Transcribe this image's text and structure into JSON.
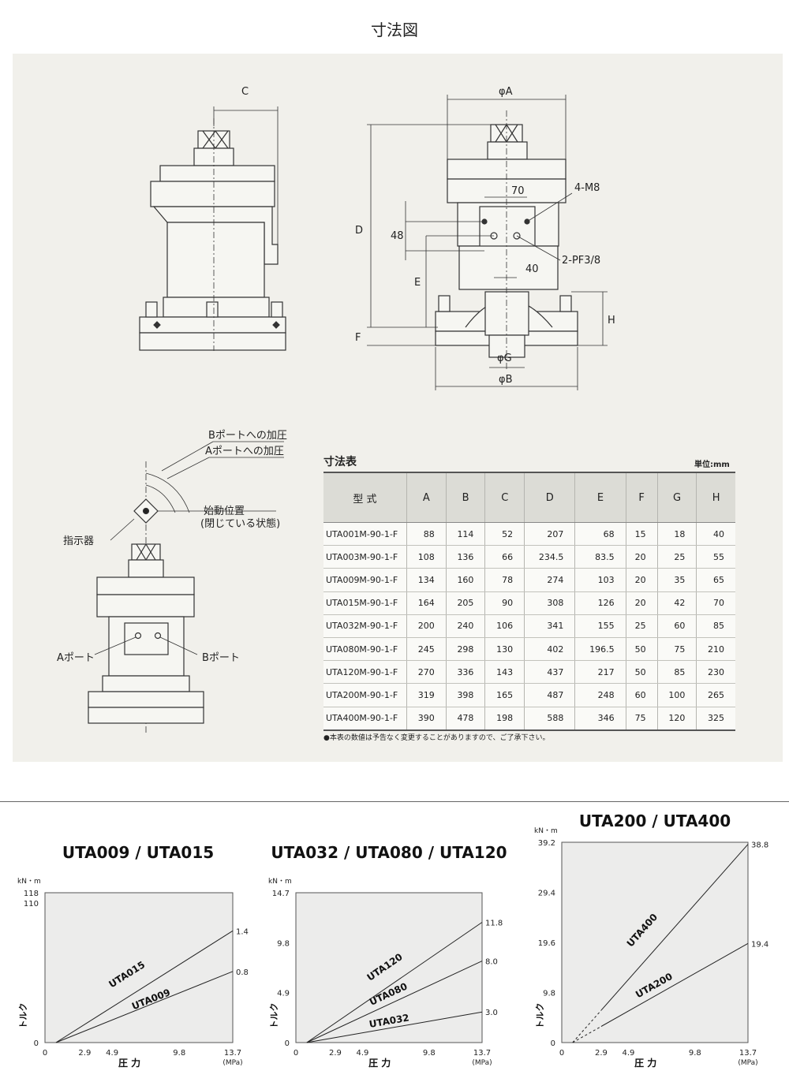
{
  "page_title": "寸法図",
  "drawing_labels": {
    "C": "C",
    "phiA": "φA",
    "D": "D",
    "n70": "70",
    "m8": "4-M8",
    "n48": "48",
    "pf": "2-PF3/8",
    "n40": "40",
    "E": "E",
    "H": "H",
    "F": "F",
    "phiG": "φG",
    "phiB": "φB",
    "b_press": "Bポートへの加圧",
    "a_press": "Aポートへの加圧",
    "start_pos": "始動位置",
    "closed": "(閉じている状態)",
    "indicator": "指示器",
    "a_port": "Aポート",
    "b_port": "Bポート"
  },
  "table": {
    "title": "寸法表",
    "unit": "単位:mm",
    "headers": [
      "型 式",
      "A",
      "B",
      "C",
      "D",
      "E",
      "F",
      "G",
      "H"
    ],
    "rows": [
      [
        "UTA001M-90-1-F",
        "88",
        "114",
        "52",
        "207",
        "68",
        "15",
        "18",
        "40"
      ],
      [
        "UTA003M-90-1-F",
        "108",
        "136",
        "66",
        "234.5",
        "83.5",
        "20",
        "25",
        "55"
      ],
      [
        "UTA009M-90-1-F",
        "134",
        "160",
        "78",
        "274",
        "103",
        "20",
        "35",
        "65"
      ],
      [
        "UTA015M-90-1-F",
        "164",
        "205",
        "90",
        "308",
        "126",
        "20",
        "42",
        "70"
      ],
      [
        "UTA032M-90-1-F",
        "200",
        "240",
        "106",
        "341",
        "155",
        "25",
        "60",
        "85"
      ],
      [
        "UTA080M-90-1-F",
        "245",
        "298",
        "130",
        "402",
        "196.5",
        "50",
        "75",
        "210"
      ],
      [
        "UTA120M-90-1-F",
        "270",
        "336",
        "143",
        "437",
        "217",
        "50",
        "85",
        "230"
      ],
      [
        "UTA200M-90-1-F",
        "319",
        "398",
        "165",
        "487",
        "248",
        "60",
        "100",
        "265"
      ],
      [
        "UTA400M-90-1-F",
        "390",
        "478",
        "198",
        "588",
        "346",
        "75",
        "120",
        "325"
      ]
    ],
    "note": "●本表の数値は予告なく変更することがありますので、ご了承下さい。"
  },
  "chart_data": [
    {
      "type": "line",
      "title": "UTA009 / UTA015",
      "unit_label": "kN・m",
      "ylabel": "トルク",
      "xlabel": "圧 力",
      "x_unit": "(MPa)",
      "x_ticks": [
        "0",
        "2.9",
        "4.9",
        "9.8",
        "13.7"
      ],
      "x_tick_values": [
        0,
        2.9,
        4.9,
        9.8,
        13.7
      ],
      "y_ticks": [
        "0",
        "110",
        "118"
      ],
      "y_tick_values": [
        0,
        110,
        118
      ],
      "x_range": [
        0,
        13.7
      ],
      "y_range": [
        0,
        118
      ],
      "series": [
        {
          "name": "UTA015",
          "points": [
            [
              0.8,
              0
            ],
            [
              13.7,
              88
            ]
          ],
          "end_label": "1.4"
        },
        {
          "name": "UTA009",
          "points": [
            [
              0.8,
              0
            ],
            [
              13.7,
              56
            ]
          ],
          "end_label": "0.8"
        }
      ]
    },
    {
      "type": "line",
      "title": "UTA032 / UTA080 / UTA120",
      "unit_label": "kN・m",
      "ylabel": "トルク",
      "xlabel": "圧 力",
      "x_unit": "(MPa)",
      "x_ticks": [
        "0",
        "2.9",
        "4.9",
        "9.8",
        "13.7"
      ],
      "x_tick_values": [
        0,
        2.9,
        4.9,
        9.8,
        13.7
      ],
      "y_ticks": [
        "0",
        "4.9",
        "9.8",
        "14.7"
      ],
      "y_tick_values": [
        0,
        4.9,
        9.8,
        14.7
      ],
      "x_range": [
        0,
        13.7
      ],
      "y_range": [
        0,
        14.7
      ],
      "series": [
        {
          "name": "UTA120",
          "points": [
            [
              0.8,
              0
            ],
            [
              13.7,
              11.8
            ]
          ],
          "end_label": "11.8"
        },
        {
          "name": "UTA080",
          "points": [
            [
              0.8,
              0
            ],
            [
              13.7,
              8.0
            ]
          ],
          "end_label": "8.0"
        },
        {
          "name": "UTA032",
          "points": [
            [
              0.8,
              0
            ],
            [
              13.7,
              3.0
            ]
          ],
          "end_label": "3.0"
        }
      ]
    },
    {
      "type": "line",
      "title": "UTA200 / UTA400",
      "unit_label": "kN・m",
      "ylabel": "トルク",
      "xlabel": "圧 力",
      "x_unit": "(MPa)",
      "x_ticks": [
        "0",
        "2.9",
        "4.9",
        "9.8",
        "13.7"
      ],
      "x_tick_values": [
        0,
        2.9,
        4.9,
        9.8,
        13.7
      ],
      "y_ticks": [
        "0",
        "9.8",
        "19.6",
        "29.4",
        "39.2"
      ],
      "y_tick_values": [
        0,
        9.8,
        19.6,
        29.4,
        39.2
      ],
      "x_range": [
        0,
        13.7
      ],
      "y_range": [
        0,
        39.2
      ],
      "series": [
        {
          "name": "UTA400",
          "points": [
            [
              0.8,
              0
            ],
            [
              13.7,
              38.8
            ]
          ],
          "end_label": "38.8",
          "dashed_until": 2.9
        },
        {
          "name": "UTA200",
          "points": [
            [
              0.8,
              0
            ],
            [
              13.7,
              19.4
            ]
          ],
          "end_label": "19.4",
          "dashed_until": 2.9
        }
      ]
    }
  ]
}
